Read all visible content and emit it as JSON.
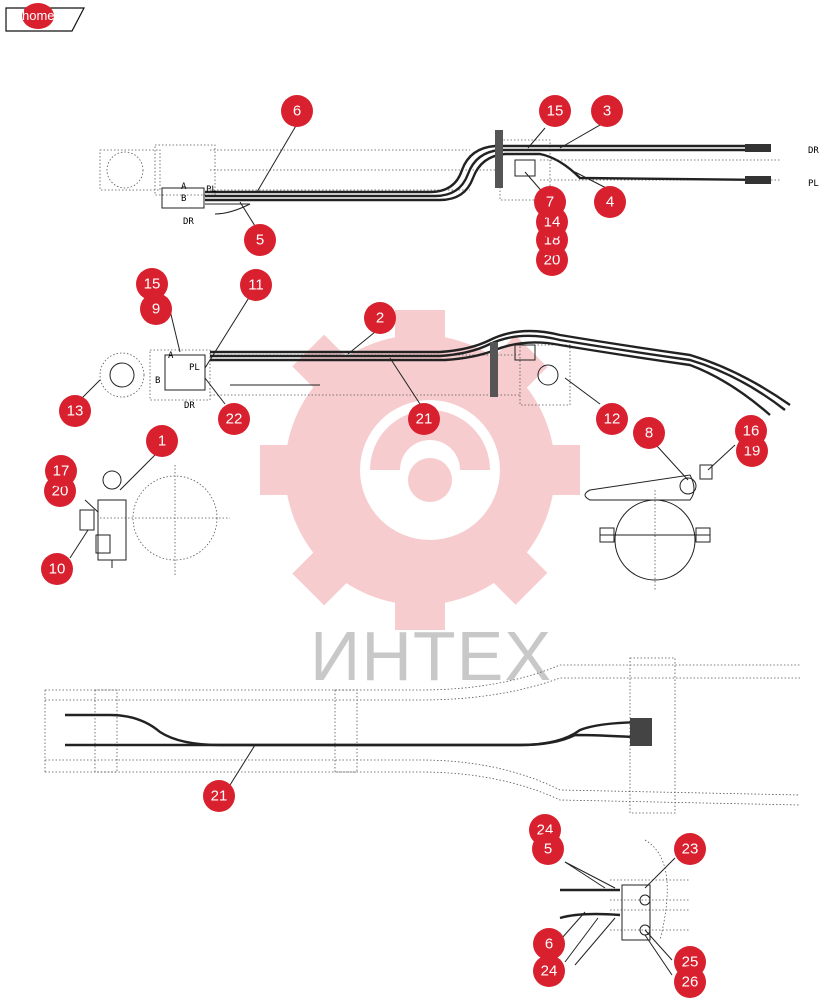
{
  "home_button": {
    "label": "home"
  },
  "watermark": {
    "text": "ИНТЕХ"
  },
  "colors": {
    "callout": "#d8202f",
    "watermark_gear": "#f1a3a8",
    "watermark_text": "#c8c8c8"
  },
  "views": {
    "top": {
      "port_a": "A",
      "port_b": "B",
      "port_pl": "PL",
      "port_dr": "DR",
      "line_dr": "DR",
      "line_pl": "PL"
    },
    "middle": {
      "port_a": "A",
      "port_b": "B",
      "port_pl": "PL",
      "port_dr": "DR"
    }
  },
  "callouts": [
    "6",
    "15",
    "3",
    "7",
    "14",
    "18",
    "20",
    "4",
    "5",
    "15",
    "9",
    "11",
    "2",
    "13",
    "22",
    "21",
    "12",
    "8",
    "16",
    "19",
    "1",
    "17",
    "20",
    "10",
    "21",
    "24",
    "5",
    "23",
    "6",
    "24",
    "25",
    "26"
  ]
}
